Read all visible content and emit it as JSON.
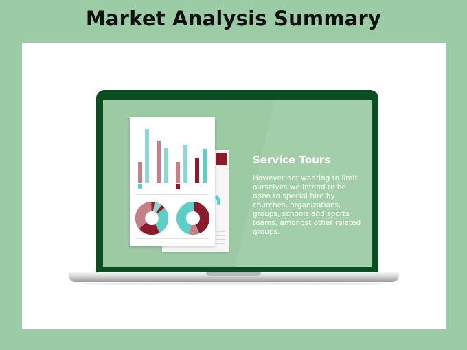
{
  "slide": {
    "title": "Market Analysis Summary"
  },
  "screen": {
    "heading": "Service Tours",
    "body": "However not wanting to limit ourselves we intend to be open to special hire by churches, organizations, groups, schools and sports teams, amongst other related groups."
  },
  "colors": {
    "background": "#9ccca5",
    "laptop_frame": "#0b4e22",
    "screen": "#9ccaa3",
    "accent_red": "#8b1a2b",
    "accent_pink": "#c77f86",
    "accent_teal": "#5ccfc8"
  },
  "icons": [
    "report-document-illustration",
    "bar-chart-illustration",
    "donut-chart-illustration"
  ]
}
